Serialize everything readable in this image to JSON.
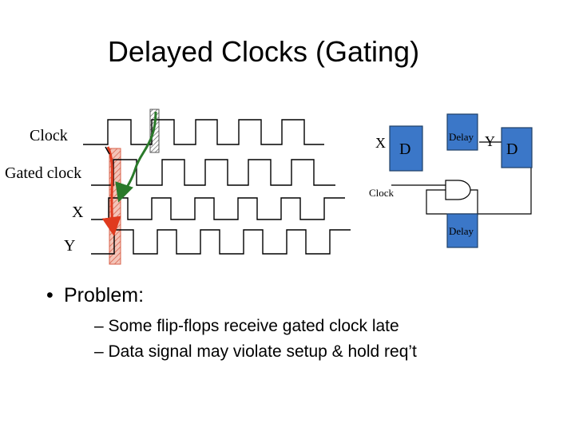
{
  "title": "Delayed Clocks (Gating)",
  "timing": {
    "labels": {
      "clock": "Clock",
      "gated_clock": "Gated clock",
      "x": "X",
      "y": "Y"
    }
  },
  "circuit": {
    "x_label": "X",
    "ff1_label": "D",
    "delay_top_label": "Delay",
    "y_label": "Y",
    "ff2_label": "D",
    "clock_label": "Clock",
    "delay_bottom_label": "Delay"
  },
  "bullets": {
    "main": "Problem:",
    "subs": [
      "– Some flip-flops receive gated clock late",
      "– Data signal may violate setup & hold req’t"
    ]
  },
  "colors": {
    "ff_fill": "#3b77c8",
    "green_arrow": "#2a7a2a",
    "red_arrow": "#e03a1e",
    "hatch": "#d8604a"
  }
}
